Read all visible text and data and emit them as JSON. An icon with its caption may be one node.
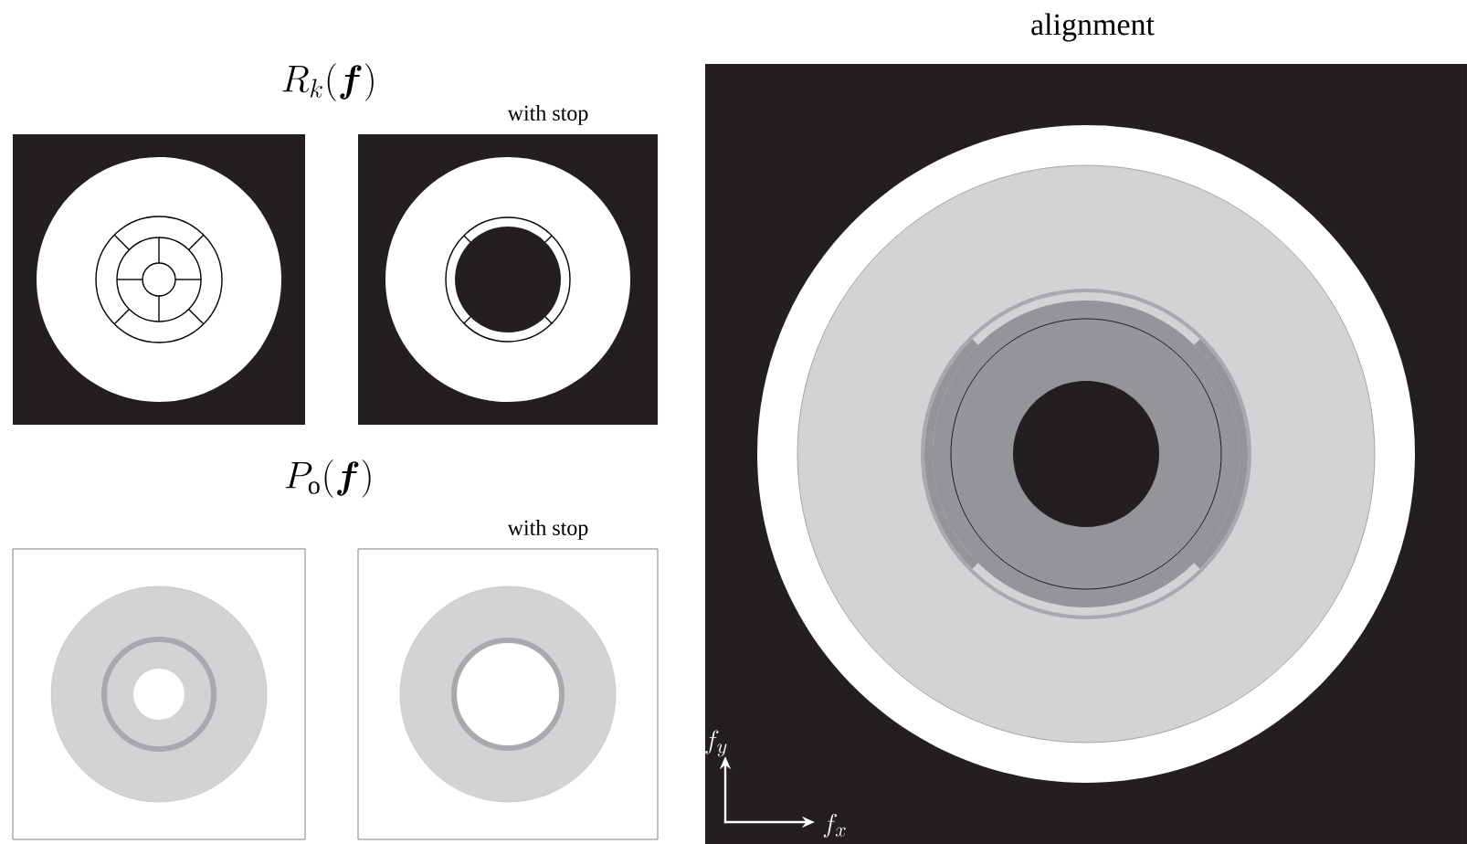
{
  "diagram": {
    "nodes": [
      {
        "text": [],
        "shape": "picture"
      },
      {
        "text": [],
        "shape": "picture",
        "beside": [
          "with stop"
        ]
      },
      {
        "text": [],
        "shape": "picture"
      },
      {
        "text": [],
        "shape": "picture",
        "beside": [
          "with stop"
        ]
      },
      {
        "text": [],
        "shape": "picture",
        "beside": [
          "alignment"
        ]
      }
    ],
    "labels": [
      "R_k(\\boldsymbol{f})",
      "P_\\mathrm{o}(\\boldsymbol{f})",
      "f_y",
      "f_x"
    ]
  }
}
